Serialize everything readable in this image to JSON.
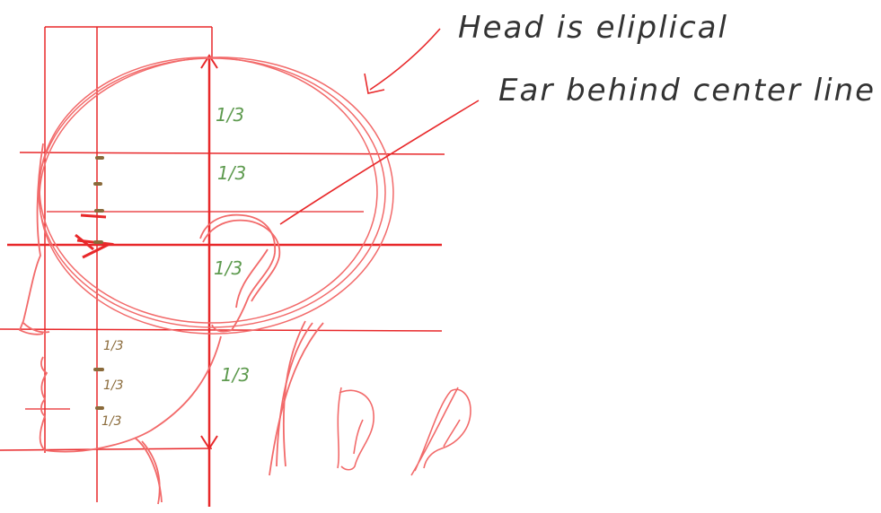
{
  "annotations": {
    "head_shape": "Head is eliplical",
    "ear_position": "Ear behind center line"
  },
  "skull_divisions": [
    "1/3",
    "1/3",
    "1/3",
    "1/3"
  ],
  "face_divisions": [
    "1/3",
    "1/3",
    "1/3"
  ],
  "colors": {
    "guide_line": "#e8282a",
    "sketch_line": "#f26a6a",
    "skull_fraction": "#5d9a4e",
    "face_fraction": "#8a6a3a",
    "tick_mark": "#8a6a3a",
    "note_text": "#333333",
    "background": "#ffffff"
  }
}
